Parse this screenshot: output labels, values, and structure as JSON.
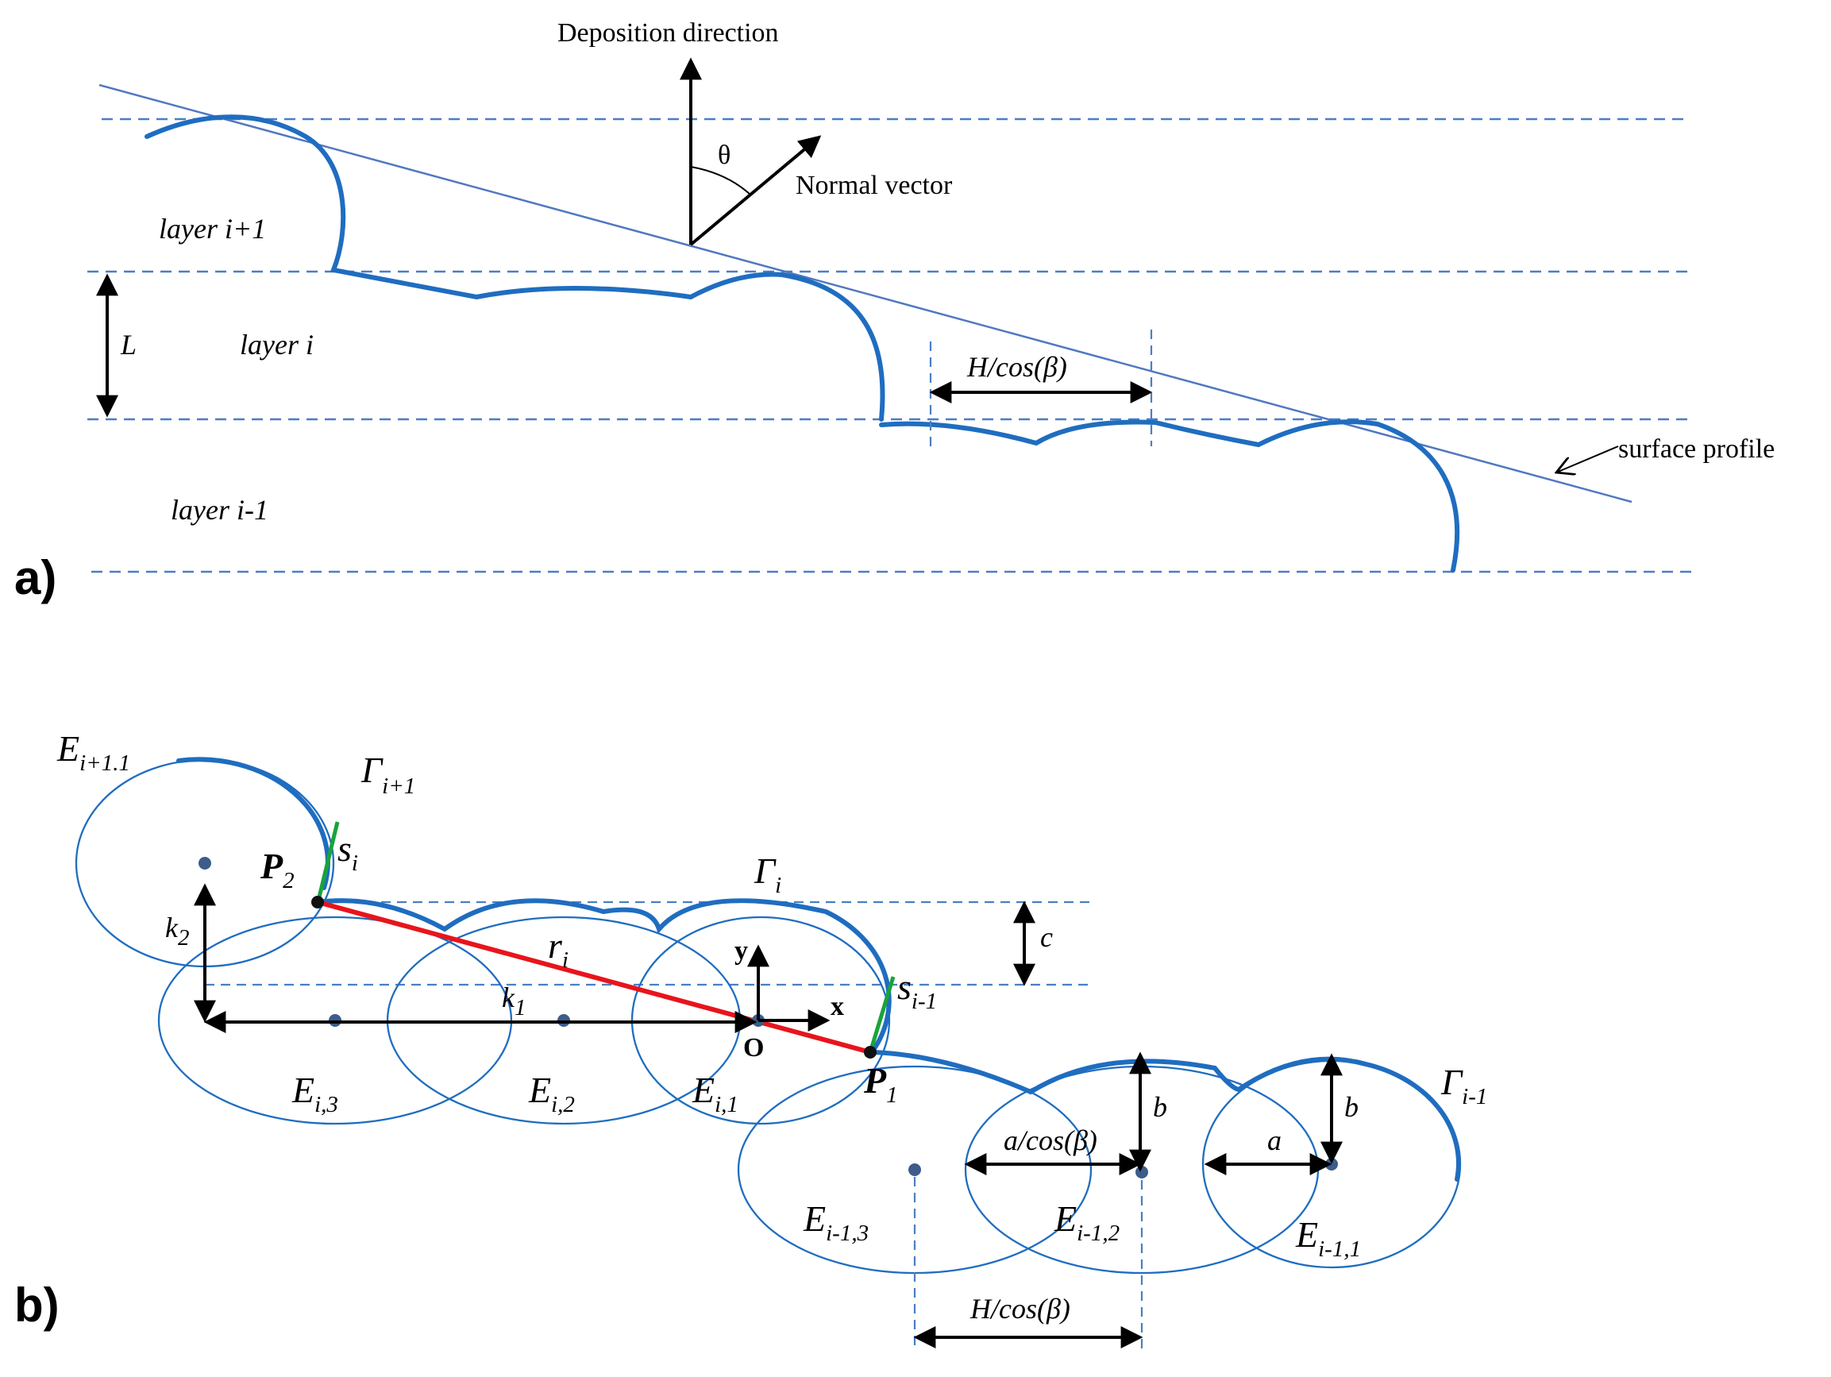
{
  "panel_a": {
    "panel_label": "a)",
    "deposition_direction": "Deposition direction",
    "theta": "θ",
    "normal_vector": "Normal vector",
    "layer_upper": "layer i+1",
    "layer_middle": "layer i",
    "layer_lower": "layer i-1",
    "layer_thickness": "L",
    "spacing": "H/cos(β)",
    "surface_profile": "surface profile"
  },
  "panel_b": {
    "panel_label": "b)",
    "E_top": {
      "base": "E",
      "sub": "i+1.1"
    },
    "Gamma_top": {
      "base": "Γ",
      "sub": "i+1"
    },
    "Gamma_mid": {
      "base": "Γ",
      "sub": "i"
    },
    "Gamma_low": {
      "base": "Γ",
      "sub": "i-1"
    },
    "P2": {
      "base": "P",
      "sub": "2"
    },
    "P1": {
      "base": "P",
      "sub": "1"
    },
    "s_top": {
      "base": "s",
      "sub": "i"
    },
    "s_low": {
      "base": "s",
      "sub": "i-1"
    },
    "r": {
      "base": "r",
      "sub": "i"
    },
    "k2": {
      "base": "k",
      "sub": "2"
    },
    "k1": {
      "base": "k",
      "sub": "1"
    },
    "c": "c",
    "axis_y": "y",
    "axis_x": "x",
    "origin": "O",
    "E_i3": {
      "base": "E",
      "sub": "i,3"
    },
    "E_i2": {
      "base": "E",
      "sub": "i,2"
    },
    "E_i1": {
      "base": "E",
      "sub": "i,1"
    },
    "E_im13": {
      "base": "E",
      "sub": "i-1,3"
    },
    "E_im12": {
      "base": "E",
      "sub": "i-1,2"
    },
    "E_im11": {
      "base": "E",
      "sub": "i-1,1"
    },
    "a_over_cos": "a/cos(β)",
    "a": "a",
    "b1": "b",
    "b2": "b",
    "spacing": "H/cos(β)"
  },
  "colors": {
    "curve": "#1f6dc0",
    "dashed": "#4a7ec4",
    "red_chord": "#e8141c",
    "green_tangent": "#19a33c",
    "arrow": "#000000"
  }
}
